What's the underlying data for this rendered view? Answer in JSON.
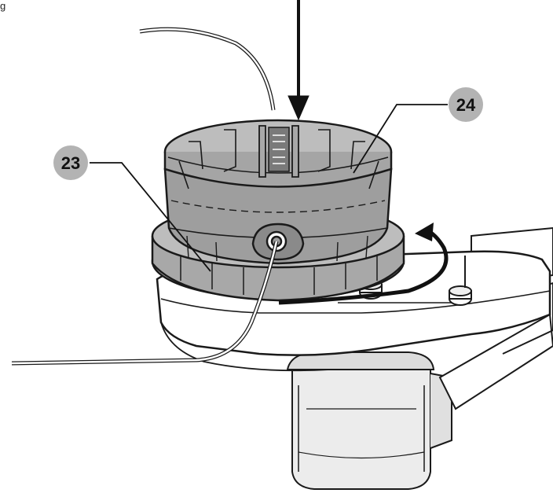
{
  "figure": {
    "corner_label": "g"
  },
  "callouts": [
    {
      "number": "23",
      "target": "spool-retaining-ring"
    },
    {
      "number": "24",
      "target": "spool-cap"
    }
  ],
  "colors": {
    "line": "#1a1a1a",
    "spool_body": "#9e9e9e",
    "spool_top": "#bdbdbd",
    "ring": "#a8a8a8",
    "housing": "#ffffff",
    "motor": "#ececec",
    "callout_badge": "#b3b3b3",
    "background": "#ffffff"
  },
  "indicators": {
    "press_arrow": "downward-push-arrow",
    "rotate_arrow": "counterclockwise-rotation-arrow"
  }
}
